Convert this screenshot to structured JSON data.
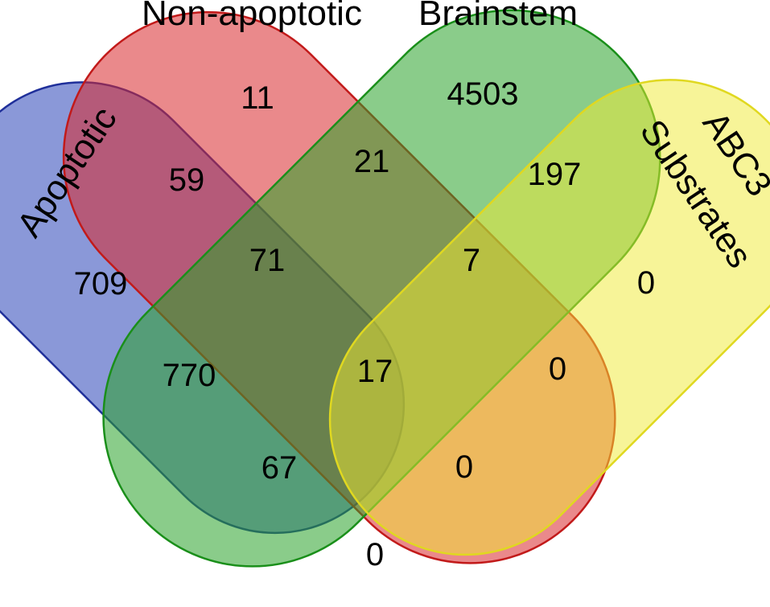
{
  "sets": [
    {
      "id": "apoptotic",
      "label": "Apoptotic",
      "fill": "#2a44b8",
      "stroke": "#1f2f9a",
      "opacity": 0.55
    },
    {
      "id": "non_apoptotic",
      "label": "Non-apoptotic",
      "fill": "#d8282c",
      "stroke": "#c21a1a",
      "opacity": 0.55
    },
    {
      "id": "brainstem",
      "label": "Brainstem",
      "fill": "#29a329",
      "stroke": "#1a8f1a",
      "opacity": 0.55
    },
    {
      "id": "abc3",
      "label": "ABC3",
      "fill": "#f0ea32",
      "stroke": "#e0d820",
      "opacity": 0.5
    }
  ],
  "abc3_label_line2": "Substrates",
  "regions": {
    "non_apoptotic_only": "11",
    "brainstem_only": "4503",
    "apoptotic_only": "709",
    "abc3_only": "0",
    "apoptotic_non_apoptotic": "59",
    "non_apoptotic_brainstem": "21",
    "brainstem_abc3": "197",
    "apoptotic_non_apoptotic_brainstem": "71",
    "non_apoptotic_brainstem_abc3": "7",
    "all_four": "17",
    "apoptotic_brainstem": "770",
    "non_apoptotic_abc3": "0",
    "apoptotic_brainstem_abc3": "67",
    "apoptotic_non_apoptotic_abc3": "0",
    "apoptotic_abc3": "0"
  }
}
